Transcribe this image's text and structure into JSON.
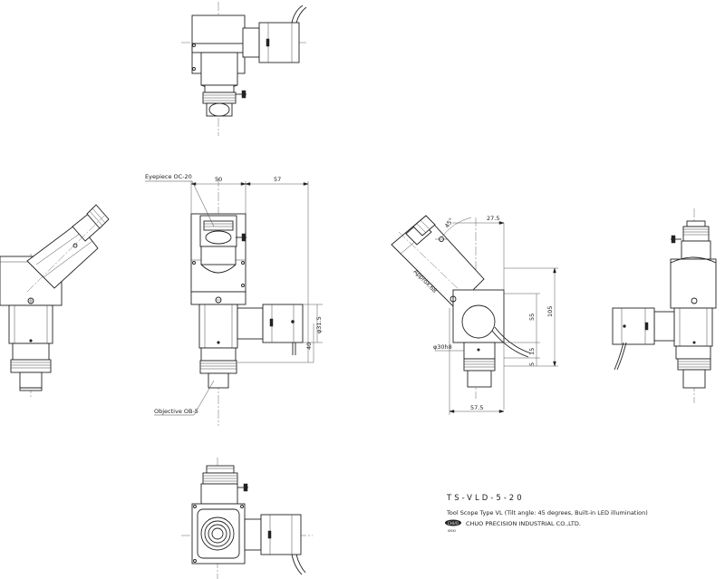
{
  "drawing": {
    "model": "TS-VLD-5-20",
    "description": "Tool Scope Type VL (Tilt angle: 45 degrees, Built-in LED illumination)",
    "company": "CHUO PRECISION INDUSTRIAL CO.,LTD.",
    "logo_text": "CHUO",
    "logo_sub": "SEIKI"
  },
  "labels": {
    "eyepiece": "Eyepiece OC-20",
    "objective": "Objective OB-5",
    "approx": "Approx.68"
  },
  "dimensions": {
    "front_width": "50",
    "front_offset": "57",
    "lamp_dia": "φ31.5",
    "lamp_drop": "40",
    "angle": "45°",
    "side_top": "27.5",
    "side_height": "105",
    "side_mid": "55",
    "side_low": "15",
    "side_base": "5",
    "side_dia": "φ30h8",
    "side_width": "57.5"
  },
  "colors": {
    "line": "#222222",
    "background": "#ffffff"
  }
}
